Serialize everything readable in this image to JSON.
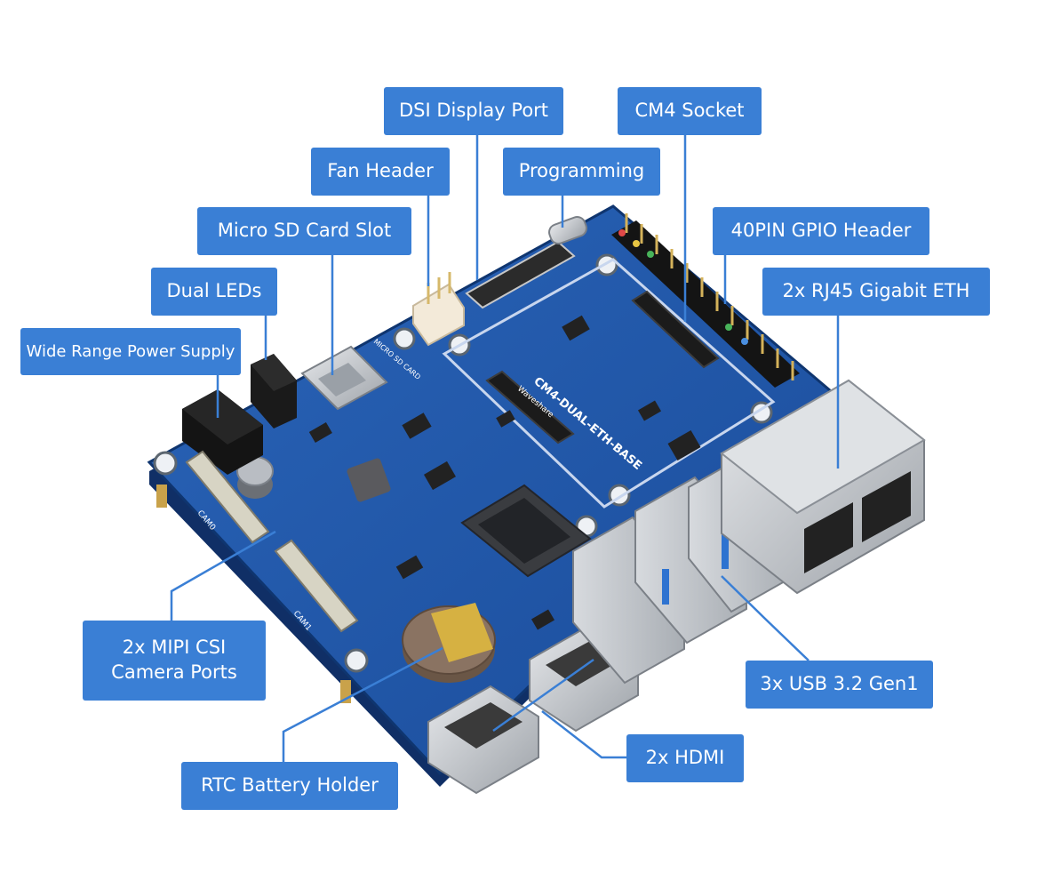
{
  "labels": {
    "dsi_display_port": "DSI Display Port",
    "cm4_socket": "CM4 Socket",
    "fan_header": "Fan Header",
    "programming": "Programming",
    "micro_sd_card_slot": "Micro SD Card Slot",
    "gpio_header": "40PIN GPIO Header",
    "dual_leds": "Dual LEDs",
    "rj45_eth": "2x RJ45 Gigabit ETH",
    "power_supply": "Wide Range Power Supply",
    "csi_line1": "2x MIPI CSI",
    "csi_line2": "Camera Ports",
    "usb": "3x USB 3.2 Gen1",
    "hdmi": "2x HDMI",
    "rtc": "RTC Battery Holder"
  },
  "board_silkscreen": {
    "model": "CM4-DUAL-ETH-BASE",
    "brand": "Waveshare",
    "sd_label": "MICRO SD CARD",
    "cam0": "CAM0",
    "cam1": "CAM1"
  },
  "colors": {
    "callout_bg": "#3a7fd5",
    "leader_line": "#3a7fd5",
    "pcb_top": "#1f56a8",
    "pcb_edge": "#123a78",
    "metal": "#c9ccd0"
  }
}
